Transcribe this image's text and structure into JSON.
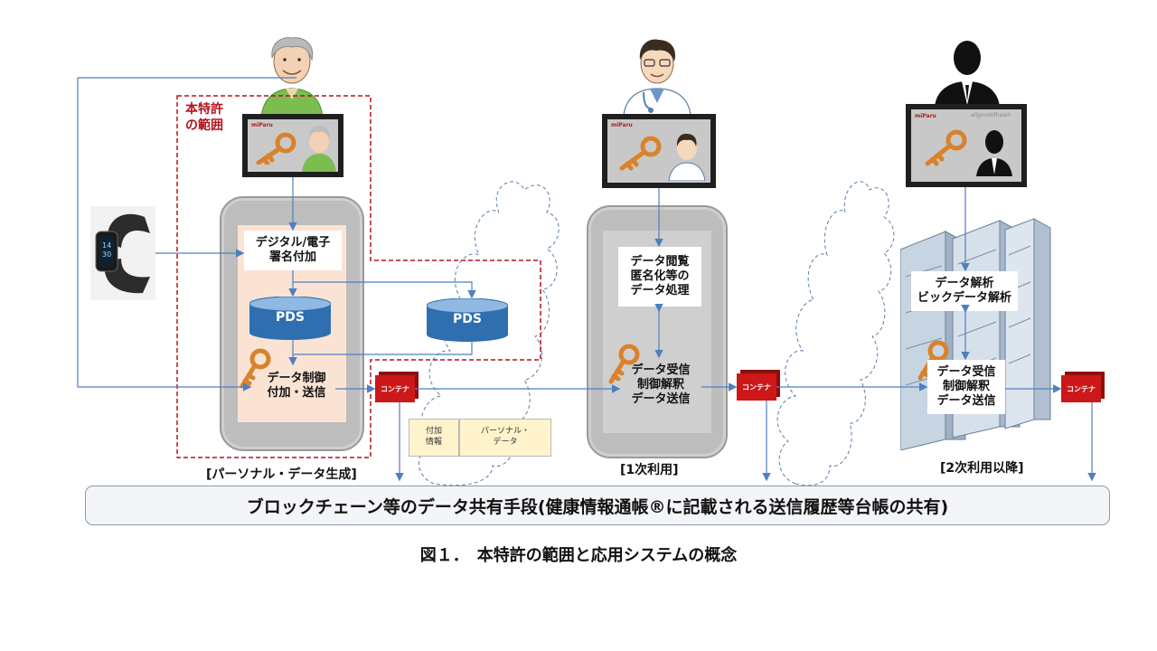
{
  "patent_scope_label": "本特許\nの範囲",
  "logo_text": "miParu",
  "watermark": "allgoodofheart",
  "steps": {
    "sign": "デジタル/電子\n署名付加",
    "control_send": "データ制御\n付加・送信",
    "browse": "データ閲覧\n匿名化等の\nデータ処理",
    "receive1": "データ受信\n制御解釈\nデータ送信",
    "analysis": "データ解析\nビックデータ解析",
    "receive2": "データ受信\n制御解釈\nデータ送信"
  },
  "pds_label": "PDS",
  "container_label": "コンテナ",
  "container_parts": {
    "meta": "付加\n情報",
    "personal": "パーソナル・\nデータ"
  },
  "stages": {
    "personal": "[パーソナル・データ生成]",
    "first": "[1次利用]",
    "second": "[2次利用以降]"
  },
  "ledger": "ブロックチェーン等のデータ共有手段(健康情報通帳®に記載される送信履歴等台帳の共有)",
  "caption": "図１．　本特許の範囲と応用システムの概念",
  "icons": [
    "elderly-user-icon",
    "doctor-icon",
    "businessman-icon",
    "key-icon",
    "smartwatch-icon",
    "server-rack-icon",
    "cloud-icon",
    "database-icon"
  ],
  "colors": {
    "arrow": "#4f7fbf",
    "patent_border": "#b3121b",
    "container": "#cc1818",
    "key": "#d9822b",
    "pds": "#2f6fb0",
    "phone_inner": "#fbe3d4"
  }
}
